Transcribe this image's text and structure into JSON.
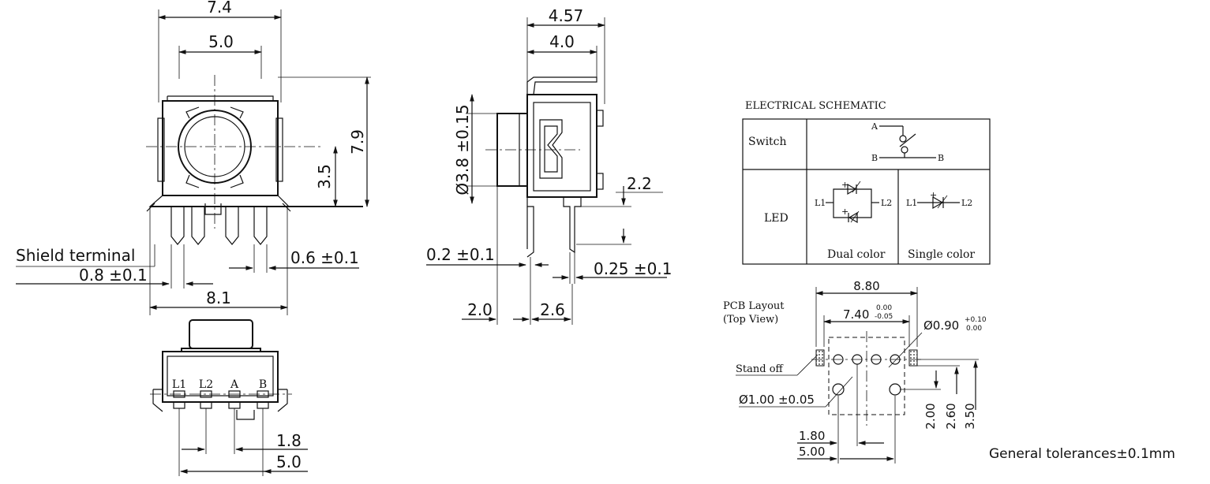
{
  "front_view": {
    "width_overall": "7.4",
    "width_inner": "5.0",
    "height_overall": "7.9",
    "height_center": "3.5",
    "shield_label": "Shield terminal",
    "shield_width": "0.8 ±0.1",
    "pin_width": "0.6 ±0.1",
    "base_width": "8.1"
  },
  "bottom_view": {
    "pins": [
      "L1",
      "L2",
      "A",
      "B"
    ],
    "pitch": "1.8",
    "span": "5.0"
  },
  "side_view": {
    "depth_overall": "4.57",
    "depth_body": "4.0",
    "diameter": "Ø3.8 ±0.15",
    "pin_length": "2.2",
    "pin_thickness": "0.2 ±0.1",
    "terminal_thickness": "0.25 ±0.1",
    "offset_a": "2.0",
    "offset_b": "2.6"
  },
  "schematic": {
    "title": "ELECTRICAL SCHEMATIC",
    "switch_label": "Switch",
    "switch_a": "A",
    "switch_b_left": "B",
    "switch_b_right": "B",
    "led_label": "LED",
    "l1": "L1",
    "l2": "L2",
    "plus": "+",
    "dual": "Dual color",
    "single": "Single color"
  },
  "pcb": {
    "title_line1": "PCB Layout",
    "title_line2": "(Top View)",
    "width_outer": "8.80",
    "width_inner": "7.40",
    "width_inner_tol_upper": "0.00",
    "width_inner_tol_lower": "-0.05",
    "hole_large": "Ø0.90",
    "hole_large_tol_upper": "+0.10",
    "hole_large_tol_lower": "0.00",
    "stand_off": "Stand off",
    "hole_small": "Ø1.00 ±0.05",
    "dim_200": "2.00",
    "dim_260": "2.60",
    "dim_350": "3.50",
    "dim_180": "1.80",
    "dim_500": "5.00"
  },
  "general_tolerance": "General tolerances±0.1mm"
}
